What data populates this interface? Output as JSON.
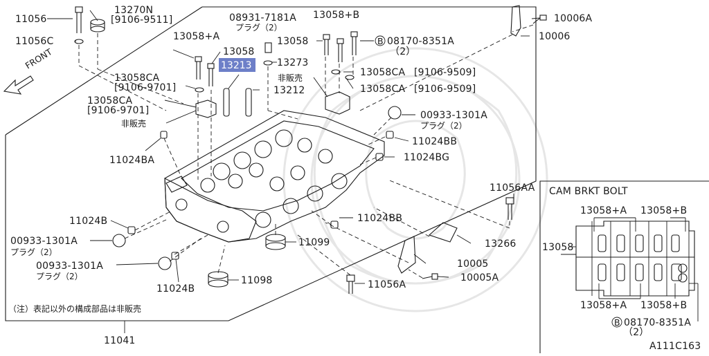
{
  "figure_code": "A111C163",
  "front_label": "FRONT",
  "note": "（注）表記以外の構成部品は非販売",
  "labels": {
    "p11056": "11056",
    "p13270N": "13270N",
    "p13270N_range": "[9106-9511]",
    "p11056C": "11056C",
    "p13058A_top": "13058+A",
    "p13058_top": "13058",
    "p13213": "13213",
    "p08931": "08931-7181A",
    "p08931_plug": "プラグ（2）",
    "p13273": "13273",
    "p13058B_top": "13058+B",
    "p13058_mid": "13058",
    "p08170_top": "08170-8351A",
    "p08170_top_qty": "（2）",
    "p13058CA_left": "13058CA",
    "p13058CA_left_range": "[9106-9701]",
    "p_hihanbai_top": "非販売",
    "p13212": "13212",
    "p13058CA_r1": "13058CA",
    "p13058CA_r1_range": "[9106-9509]",
    "p13058CA_r2": "13058CA",
    "p13058CA_r2_range": "[9106-9509]",
    "p13058CA_left2": "13058CA",
    "p13058CA_left2_range": "[9106-9701]",
    "p_hihanbai_left": "非販売",
    "p00933_top": "00933-1301A",
    "p00933_top_plug": "プラグ（2）",
    "p11024BB_top": "11024BB",
    "p11024BG": "11024BG",
    "p11024BA": "11024BA",
    "p10006A": "10006A",
    "p10006": "10006",
    "p11056AA": "11056AA",
    "p11024B_left": "11024B",
    "p11024BB_mid": "11024BB",
    "p00933_l1": "00933-1301A",
    "p00933_l1_plug": "プラグ（2）",
    "p11099": "11099",
    "p13266": "13266",
    "p00933_l2": "00933-1301A",
    "p00933_l2_plug": "プラグ（2）",
    "p10005": "10005",
    "p10005A": "10005A",
    "p11098": "11098",
    "p11024B_bot": "11024B",
    "p11056A": "11056A",
    "p11041": "11041",
    "circle_b": "B"
  },
  "inset": {
    "title": "CAM BRKT BOLT",
    "label_13058A_top": "13058+A",
    "label_13058B_top": "13058+B",
    "label_13058": "13058",
    "label_13058A_bot": "13058+A",
    "label_13058B_bot": "13058+B",
    "label_08170": "08170-8351A",
    "label_08170_qty": "（2）",
    "circle_b": "B"
  },
  "colors": {
    "highlight": "#6d7fc8",
    "line": "#1a1a1a",
    "watermark": "#e6e6e6"
  }
}
